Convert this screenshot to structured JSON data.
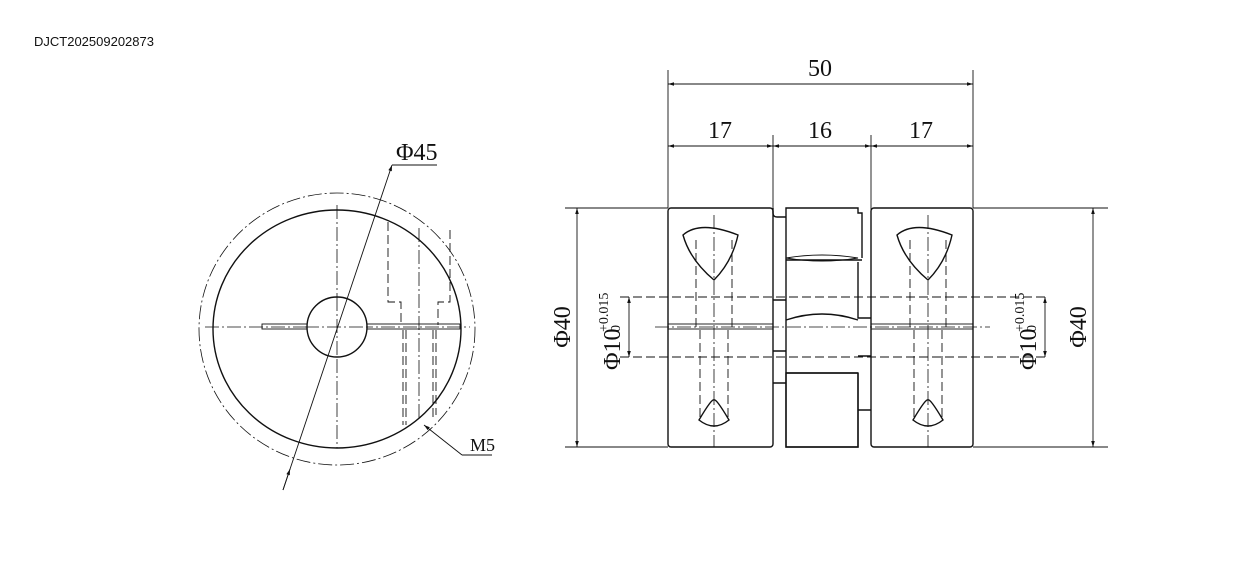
{
  "drawing_code": "DJCT202509202873",
  "end_view": {
    "outer_diameter_label": "Φ45",
    "thread_label": "M5"
  },
  "side_view": {
    "overall_length": "50",
    "segment_lengths": [
      "17",
      "16",
      "17"
    ],
    "left_outer_diameter": "Φ40",
    "right_outer_diameter": "Φ40",
    "left_bore": {
      "nominal": "Φ10",
      "upper_tol": "+0.015",
      "lower_tol": "0"
    },
    "right_bore": {
      "nominal": "Φ10",
      "upper_tol": "+0.015",
      "lower_tol": "0"
    }
  }
}
